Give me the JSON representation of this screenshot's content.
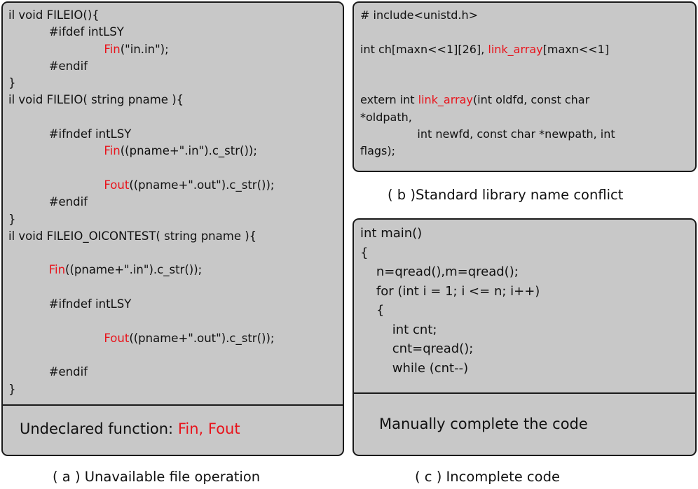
{
  "panel_a": {
    "lines": [
      [
        {
          "t": "il void FILEIO(){"
        }
      ],
      [
        {
          "t": "           #ifdef intLSY"
        }
      ],
      [
        {
          "t": "                          "
        },
        {
          "t": "Fin",
          "hl": true
        },
        {
          "t": "(\"in.in\");"
        }
      ],
      [
        {
          "t": "           #endif"
        }
      ],
      [
        {
          "t": "}"
        }
      ],
      [
        {
          "t": "il void FILEIO( string pname ){"
        }
      ],
      [
        {
          "t": ""
        }
      ],
      [
        {
          "t": "           #ifndef intLSY"
        }
      ],
      [
        {
          "t": "                          "
        },
        {
          "t": "Fin",
          "hl": true
        },
        {
          "t": "((pname+\".in\").c_str());"
        }
      ],
      [
        {
          "t": ""
        }
      ],
      [
        {
          "t": "                          "
        },
        {
          "t": "Fout",
          "hl": true
        },
        {
          "t": "((pname+\".out\").c_str());"
        }
      ],
      [
        {
          "t": "           #endif"
        }
      ],
      [
        {
          "t": "}"
        }
      ],
      [
        {
          "t": "il void FILEIO_OICONTEST( string pname ){"
        }
      ],
      [
        {
          "t": ""
        }
      ],
      [
        {
          "t": "           "
        },
        {
          "t": "Fin",
          "hl": true
        },
        {
          "t": "((pname+\".in\").c_str());"
        }
      ],
      [
        {
          "t": ""
        }
      ],
      [
        {
          "t": "           #ifndef intLSY"
        }
      ],
      [
        {
          "t": ""
        }
      ],
      [
        {
          "t": "                          "
        },
        {
          "t": "Fout",
          "hl": true
        },
        {
          "t": "((pname+\".out\").c_str());"
        }
      ],
      [
        {
          "t": ""
        }
      ],
      [
        {
          "t": "           #endif"
        }
      ],
      [
        {
          "t": "}"
        }
      ]
    ],
    "footer_label": "Undeclared function: ",
    "footer_highlight": "Fin, Fout",
    "caption": "( a ) Unavailable file operation"
  },
  "panel_b": {
    "lines": [
      [
        {
          "t": "# include<unistd.h>"
        }
      ],
      [
        {
          "t": ""
        }
      ],
      [
        {
          "t": "int ch[maxn<<1][26], "
        },
        {
          "t": "link_array",
          "hl": true
        },
        {
          "t": "[maxn<<1]"
        }
      ],
      [
        {
          "t": ""
        }
      ],
      [
        {
          "t": ""
        }
      ],
      [
        {
          "t": "extern int "
        },
        {
          "t": "link_array",
          "hl": true
        },
        {
          "t": "(int oldfd, const char"
        }
      ],
      [
        {
          "t": "*oldpath,"
        }
      ],
      [
        {
          "t": "                int newfd, const char *newpath, int"
        }
      ],
      [
        {
          "t": "flags);"
        }
      ]
    ],
    "caption": "( b )Standard library name conflict"
  },
  "panel_c": {
    "lines": [
      [
        {
          "t": "int main()"
        }
      ],
      [
        {
          "t": "{"
        }
      ],
      [
        {
          "t": "    n=qread(),m=qread();"
        }
      ],
      [
        {
          "t": "    for (int i = 1; i <= n; i++)"
        }
      ],
      [
        {
          "t": "    {"
        }
      ],
      [
        {
          "t": "        int cnt;"
        }
      ],
      [
        {
          "t": "        cnt=qread();"
        }
      ],
      [
        {
          "t": "        while (cnt--)"
        }
      ]
    ],
    "footer_label": "Manually complete the code",
    "caption": "( c ) Incomplete code"
  },
  "colors": {
    "panel_fill": "#c8c8c8",
    "border": "#1a1a1a",
    "highlight": "#e8141c"
  }
}
